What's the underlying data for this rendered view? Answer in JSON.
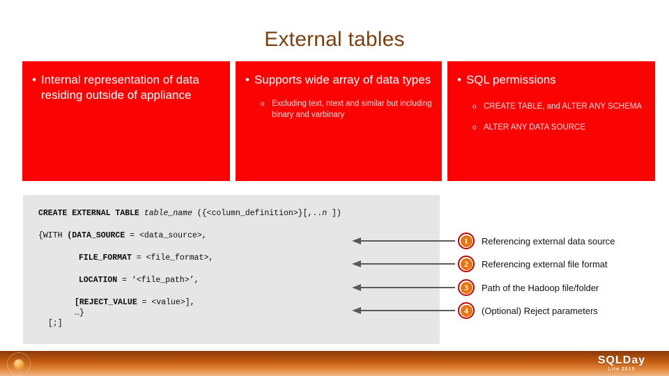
{
  "slide": {
    "title": "External tables",
    "title_color": "#7b3f10",
    "accent_red": "#fb0303",
    "callout_ring_color": "#c00000",
    "callout_number_color": "#e8750f"
  },
  "boxes": [
    {
      "id": "box-internal-representation",
      "bullet": "Internal representation of data residing outside of appliance",
      "bullet_marker": "•",
      "sub_items": []
    },
    {
      "id": "box-data-types",
      "bullet": "Supports wide array of data types",
      "bullet_marker": "•",
      "sub_items": [
        {
          "marker": "o",
          "text": "Excluding text, ntext and similar but including binary and varbinary"
        }
      ]
    },
    {
      "id": "box-sql-permissions",
      "bullet": "SQL permissions",
      "bullet_marker": "•",
      "sub_items": [
        {
          "marker": "o",
          "text": "CREATE TABLE, and ALTER ANY SCHEMA"
        },
        {
          "marker": "o",
          "text": "ALTER ANY DATA SOURCE"
        }
      ]
    }
  ],
  "code": {
    "line1_kw": "CREATE EXTERNAL TABLE ",
    "line1_ident": "table_name",
    "line1_rest": " ({<column_definition>}[,..",
    "line1_n": "n",
    "line1_tail": " ])",
    "line2_pre": "{WITH ",
    "line2_kw": "(DATA_SOURCE",
    "line2_rest": " = <data_source>,",
    "line3_kw": "FILE_FORMAT",
    "line3_rest": " = <file_format>,",
    "line4_kw": "LOCATION",
    "line4_rest": " = ‘<file_path>’,",
    "line5_kw": "[REJECT_VALUE",
    "line5_rest": " = <value>],",
    "line6": "…}",
    "line7": "[;]"
  },
  "callouts": [
    {
      "number": "1",
      "label": "Referencing external data source"
    },
    {
      "number": "2",
      "label": "Referencing external file format"
    },
    {
      "number": "3",
      "label": "Path of the Hadoop file/folder"
    },
    {
      "number": "4",
      "label": "(Optional) Reject parameters"
    }
  ],
  "footer": {
    "logo_main": "SQLDay",
    "logo_sub": "Lite 2015"
  }
}
